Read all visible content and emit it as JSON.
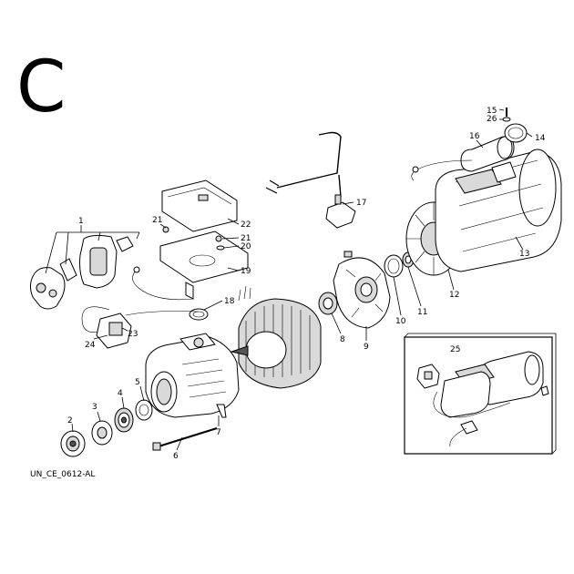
{
  "section_letter": "C",
  "footer_code": "UN_CE_0612-AL",
  "callouts": [
    {
      "id": "1",
      "label": "1"
    },
    {
      "id": "2",
      "label": "2"
    },
    {
      "id": "3",
      "label": "3"
    },
    {
      "id": "4",
      "label": "4"
    },
    {
      "id": "5",
      "label": "5"
    },
    {
      "id": "6",
      "label": "6"
    },
    {
      "id": "7",
      "label": "7"
    },
    {
      "id": "8",
      "label": "8"
    },
    {
      "id": "9",
      "label": "9"
    },
    {
      "id": "10",
      "label": "10"
    },
    {
      "id": "11",
      "label": "11"
    },
    {
      "id": "12",
      "label": "12"
    },
    {
      "id": "13",
      "label": "13"
    },
    {
      "id": "14",
      "label": "14"
    },
    {
      "id": "15",
      "label": "15"
    },
    {
      "id": "16",
      "label": "16"
    },
    {
      "id": "17",
      "label": "17"
    },
    {
      "id": "18",
      "label": "18"
    },
    {
      "id": "19",
      "label": "19"
    },
    {
      "id": "20",
      "label": "20"
    },
    {
      "id": "21a",
      "label": "21"
    },
    {
      "id": "21b",
      "label": "21"
    },
    {
      "id": "22",
      "label": "22"
    },
    {
      "id": "23",
      "label": "23"
    },
    {
      "id": "24",
      "label": "24"
    },
    {
      "id": "25",
      "label": "25"
    },
    {
      "id": "26",
      "label": "26"
    }
  ]
}
